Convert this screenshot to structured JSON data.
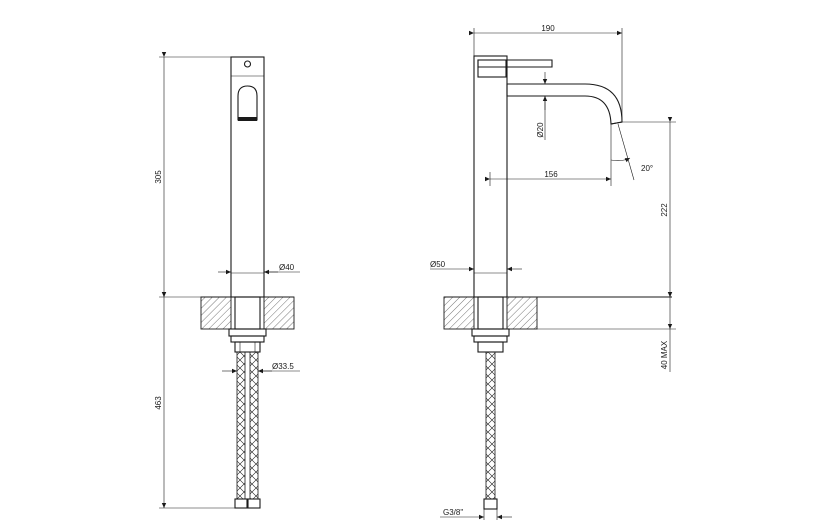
{
  "front_view": {
    "height_spout": "305",
    "height_hose": "463",
    "diameter_body": "Ø40",
    "diameter_nut": "Ø33.5"
  },
  "side_view": {
    "width_total": "190",
    "diameter_spout": "Ø20",
    "spout_reach": "156",
    "spout_angle": "20°",
    "diameter_base": "Ø50",
    "height_outlet": "222",
    "deck_thickness": "40 MAX",
    "thread": "G3/8\""
  }
}
